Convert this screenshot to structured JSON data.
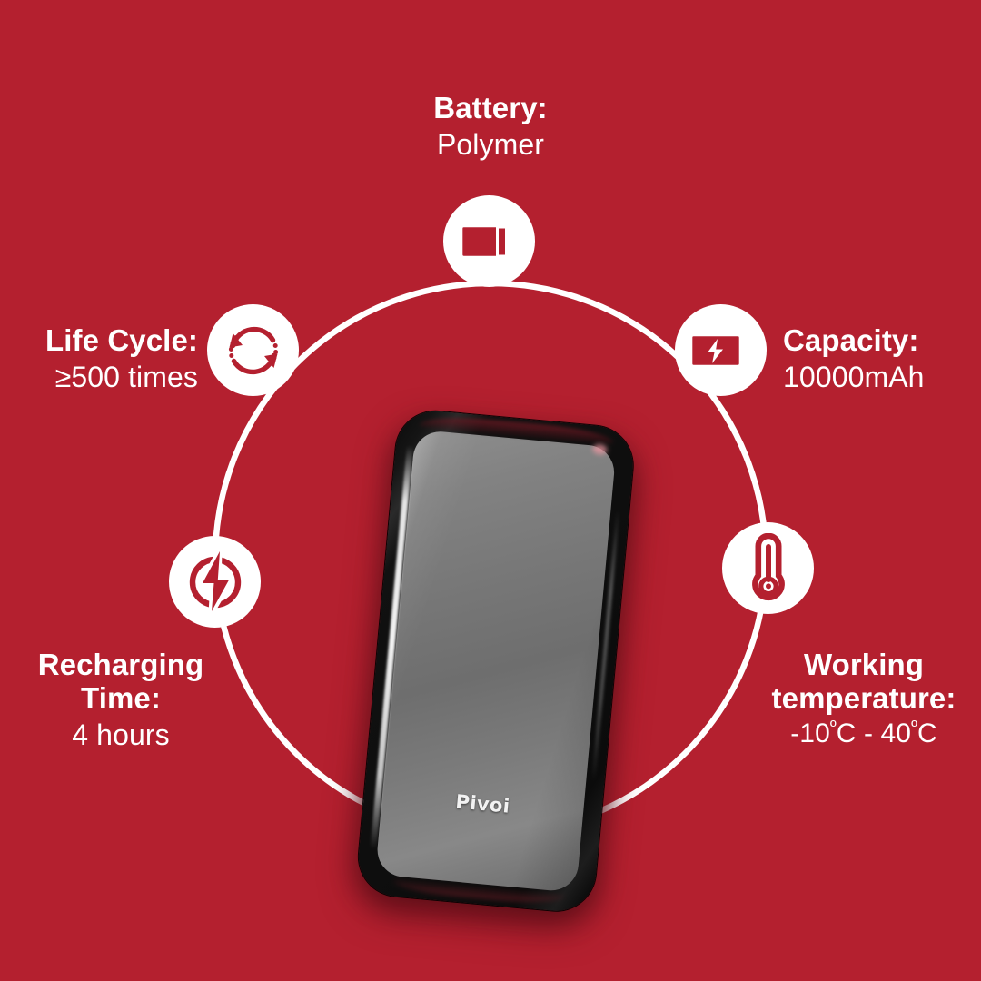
{
  "background_color": "#b4202f",
  "product": {
    "brand": "Pivoi",
    "alt": "black power bank",
    "body_color": "#101010",
    "face_color": "#787878"
  },
  "ring": {
    "color": "#ffffff",
    "stroke_width": 6
  },
  "specs": [
    {
      "id": "battery",
      "title": "Battery:",
      "value": "Polymer",
      "icon": "battery-empty-icon",
      "align": "center"
    },
    {
      "id": "lifecycle",
      "title": "Life Cycle:",
      "value": "≥500 times",
      "icon": "recycle-arrows-icon",
      "align": "right"
    },
    {
      "id": "capacity",
      "title": "Capacity:",
      "value": "10000mAh",
      "icon": "battery-charging-icon",
      "align": "left"
    },
    {
      "id": "recharge",
      "title": "Recharging Time:",
      "value": "4 hours",
      "icon": "power-bolt-icon",
      "align": "center"
    },
    {
      "id": "temperature",
      "title": "Working temperature:",
      "value_prefix": "-10",
      "value_mid": "C  -  40",
      "value_suffix": "C",
      "degree": "º",
      "value": "-10ºC  -  40ºC",
      "icon": "thermometer-icon",
      "align": "center"
    }
  ]
}
